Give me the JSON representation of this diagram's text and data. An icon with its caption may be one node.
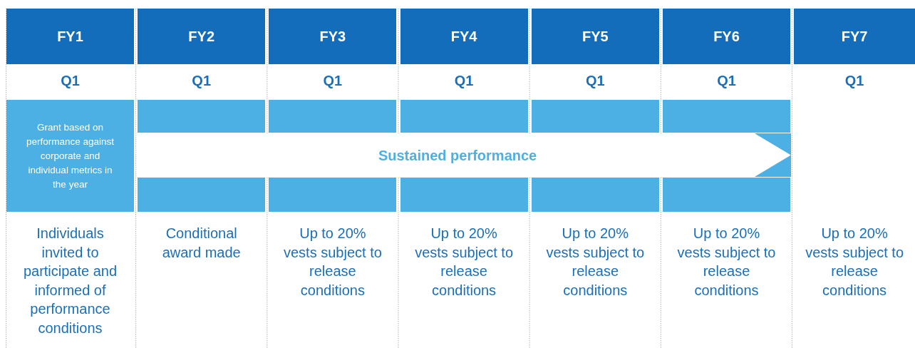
{
  "diagram": {
    "nodes": [
      {
        "text": [
          "FY1"
        ]
      },
      {
        "text": [
          "FY2"
        ]
      },
      {
        "text": [
          "FY3"
        ]
      },
      {
        "text": [
          "FY4"
        ]
      },
      {
        "text": [
          "FY5"
        ]
      },
      {
        "text": [
          "FY6"
        ]
      },
      {
        "text": [
          "FY7"
        ]
      },
      {
        "text": [
          "Grant based on performance against corporate and individual metrics in the year"
        ]
      },
      {
        "text": [],
        "shape": "box"
      },
      {
        "text": [],
        "shape": "box"
      },
      {
        "text": [],
        "shape": "box"
      },
      {
        "text": [],
        "shape": "box"
      },
      {
        "text": [],
        "shape": "box"
      },
      {
        "text": [
          "Sustained performance"
        ]
      },
      {
        "text": [],
        "shape": "box"
      },
      {
        "text": [],
        "shape": "box"
      },
      {
        "text": [],
        "shape": "box"
      },
      {
        "text": [],
        "shape": "box"
      },
      {
        "text": [],
        "shape": "box"
      }
    ],
    "labels": [
      "Q1",
      "Q1",
      "Q1",
      "Q1",
      "Q1",
      "Q1",
      "Q1",
      "Individuals invited to participate and informed of performance conditions",
      "Conditional award made",
      "Up to 20% vests subject to release conditions",
      "Up to 20% vests subject to release conditions",
      "Up to 20% vests subject to release conditions",
      "Up to 20% vests subject to release conditions",
      "Up to 20% vests subject to release conditions"
    ]
  }
}
